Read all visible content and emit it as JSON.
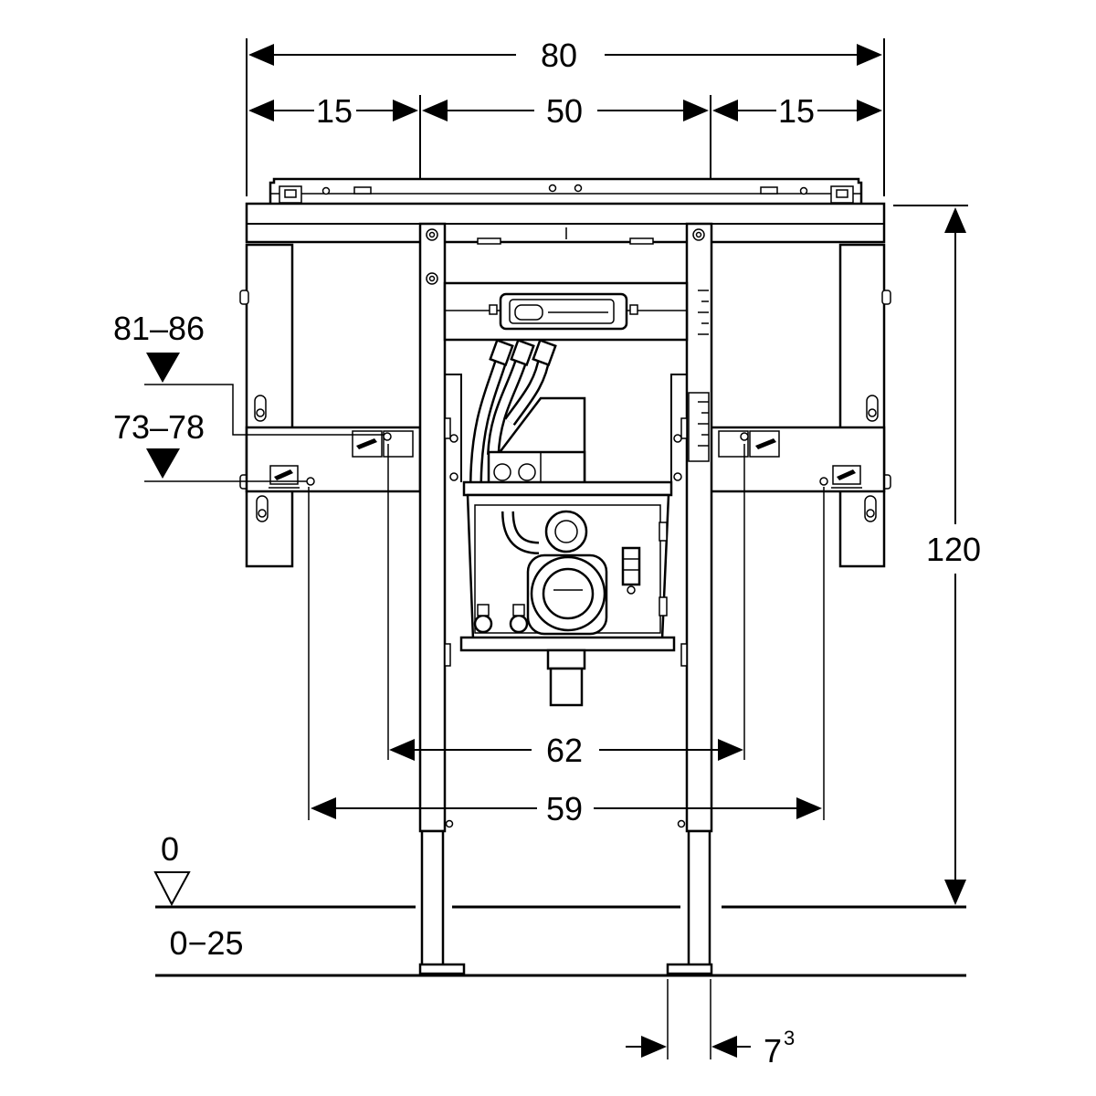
{
  "dimensions": {
    "overall_width": "80",
    "left_offset": "15",
    "center_width": "50",
    "right_offset": "15",
    "frame_height": "120",
    "upper_fixing_distance": "62",
    "lower_fixing_distance": "59",
    "foot_width": {
      "base": "7",
      "superscript": "3"
    }
  },
  "levels": {
    "upper_fixing_height": "81–86",
    "lower_fixing_height": "73–78",
    "finished_floor": "0",
    "floor_build_up": "0−25"
  }
}
